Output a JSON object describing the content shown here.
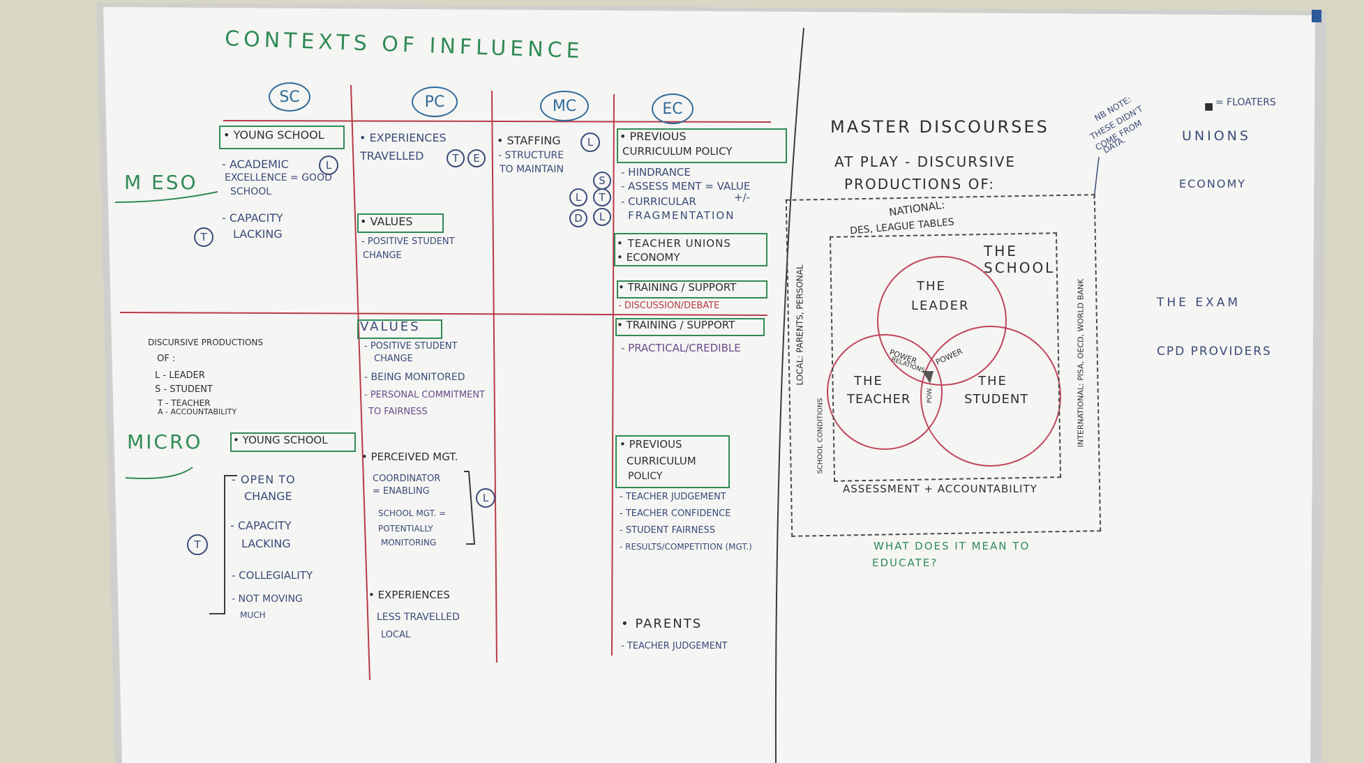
{
  "title": "CONTEXTS OF INFLUENCE",
  "headers": [
    "SC",
    "PC",
    "MC",
    "EC"
  ],
  "rows": {
    "meso": "M ESO",
    "micro": "MICRO"
  },
  "sc_meso": [
    "• YOUNG SCHOOL",
    "- ACADEMIC",
    "EXCELLENCE = GOOD",
    "SCHOOL",
    "- CAPACITY",
    "LACKING"
  ],
  "pc_meso": [
    "• EXPERIENCES",
    "TRAVELLED",
    "• VALUES",
    "- POSITIVE STUDENT",
    "CHANGE"
  ],
  "mc_meso": [
    "• STAFFING",
    "- STRUCTURE",
    "TO MAINTAIN"
  ],
  "ec_meso": [
    "• PREVIOUS",
    "CURRICULUM POLICY",
    "- HINDRANCE",
    "- ASSESS MENT = VALUE",
    "+/-",
    "- CURRICULAR",
    "FRAGMENTATION",
    "• TEACHER UNIONS",
    "• ECONOMY",
    "• TRAINING / SUPPORT",
    "- DISCUSSION/DEBATE"
  ],
  "legend": [
    "DISCURSIVE PRODUCTIONS",
    "OF :",
    "L - LEADER",
    "S - STUDENT",
    "T - TEACHER",
    "A - ACCOUNTABILITY"
  ],
  "pc_mid": [
    "VALUES",
    "- POSITIVE STUDENT",
    "CHANGE",
    "- BEING MONITORED",
    "- PERSONAL COMMITMENT",
    "TO FAIRNESS"
  ],
  "ec_mid": [
    "• TRAINING / SUPPORT",
    "- PRACTICAL/CREDIBLE"
  ],
  "sc_micro": [
    "• YOUNG SCHOOL",
    "- OPEN TO",
    "CHANGE",
    "- CAPACITY",
    "LACKING",
    "- COLLEGIALITY",
    "- NOT MOVING",
    "MUCH"
  ],
  "pc_micro": [
    "• PERCEIVED MGT.",
    "COORDINATOR",
    "= ENABLING",
    "SCHOOL MGT. =",
    "POTENTIALLY",
    "MONITORING",
    "• EXPERIENCES",
    "LESS TRAVELLED",
    "LOCAL"
  ],
  "ec_micro": [
    "• PREVIOUS",
    "CURRICULUM",
    "POLICY",
    "- TEACHER JUDGEMENT",
    "- TEACHER CONFIDENCE",
    "- STUDENT FAIRNESS",
    "- RESULTS/COMPETITION (MGT.)",
    "• PARENTS",
    "- TEACHER JUDGEMENT"
  ],
  "master": [
    "MASTER DISCOURSES",
    "AT PLAY - DISCURSIVE",
    "PRODUCTIONS OF:"
  ],
  "nb_note": [
    "NB NOTE:",
    "THESE DIDN'T",
    "COME FROM",
    "DATA."
  ],
  "national": [
    "NATIONAL:",
    "DES, LEAGUE TABLES"
  ],
  "local": "LOCAL: PARENTS, PERSONAL",
  "local2": "SCHOOL CONDITIONS",
  "international": "INTERNATIONAL: PISA, OECD, WORLD BANK",
  "venn": {
    "school": "THE SCHOOL",
    "leader": [
      "THE",
      "LEADER"
    ],
    "teacher": [
      "THE",
      "TEACHER"
    ],
    "student": [
      "THE",
      "STUDENT"
    ],
    "power_relations": [
      "POWER",
      "RELATIONS"
    ],
    "power": "POWER",
    "pow": "POW."
  },
  "assessment": "ASSESSMENT + ACCOUNTABILITY",
  "question": [
    "WHAT DOES IT MEAN TO",
    "EDUCATE?"
  ],
  "floaters": [
    "= FLOATERS",
    "UNIONS",
    "ECONOMY",
    "THE EXAM",
    "CPD PROVIDERS"
  ],
  "circle_letters": [
    "L",
    "T",
    "E",
    "S",
    "L",
    "T",
    "D",
    "L"
  ],
  "colors": {
    "wall": "#d9d6c4",
    "board": "#f4f4f2",
    "frame": "#c9c9c7",
    "green": "#2f8a55",
    "red": "#b83a46",
    "blue": "#3a4a78",
    "purple": "#6a4a8a"
  }
}
